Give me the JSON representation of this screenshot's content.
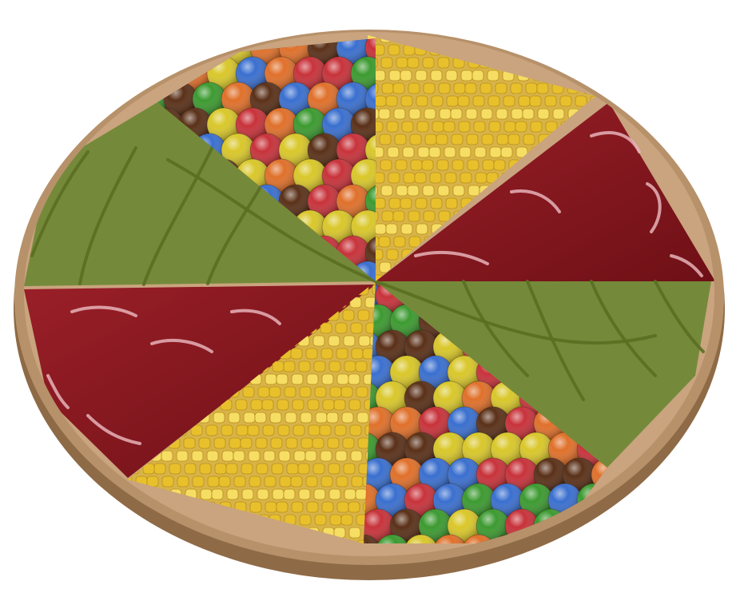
{
  "scene": {
    "subject": "round-tray-with-six-food-sectors",
    "colors": {
      "background": "#ffffff",
      "tray_rim": "#b7916a",
      "tray_side": "#8e6a46",
      "tray_floor": "#c9a47e",
      "greens": "#748a3a",
      "greens_vein": "#5b6e24",
      "meat": "#8a1820",
      "meat_shine": "#e6b3b8",
      "corn": "#e8c02c",
      "corn_light": "#f6dd63",
      "candy_red": "#c8323a",
      "candy_orange": "#e0702a",
      "candy_yellow": "#d9c72a",
      "candy_green": "#3c9a30",
      "candy_blue": "#3a6fcf",
      "candy_brown": "#5a3018"
    },
    "sectors": [
      {
        "name": "greens-sector-left",
        "content": "leafy-greens"
      },
      {
        "name": "candy-sector-top",
        "content": "colored-candies"
      },
      {
        "name": "corn-sector-top",
        "content": "corn-kernels"
      },
      {
        "name": "meat-sector-right",
        "content": "raw-meat"
      },
      {
        "name": "greens-sector-right",
        "content": "leafy-greens"
      },
      {
        "name": "candy-sector-bottom",
        "content": "colored-candies"
      },
      {
        "name": "corn-sector-bottom",
        "content": "corn-kernels"
      },
      {
        "name": "meat-sector-left",
        "content": "raw-meat"
      }
    ]
  }
}
